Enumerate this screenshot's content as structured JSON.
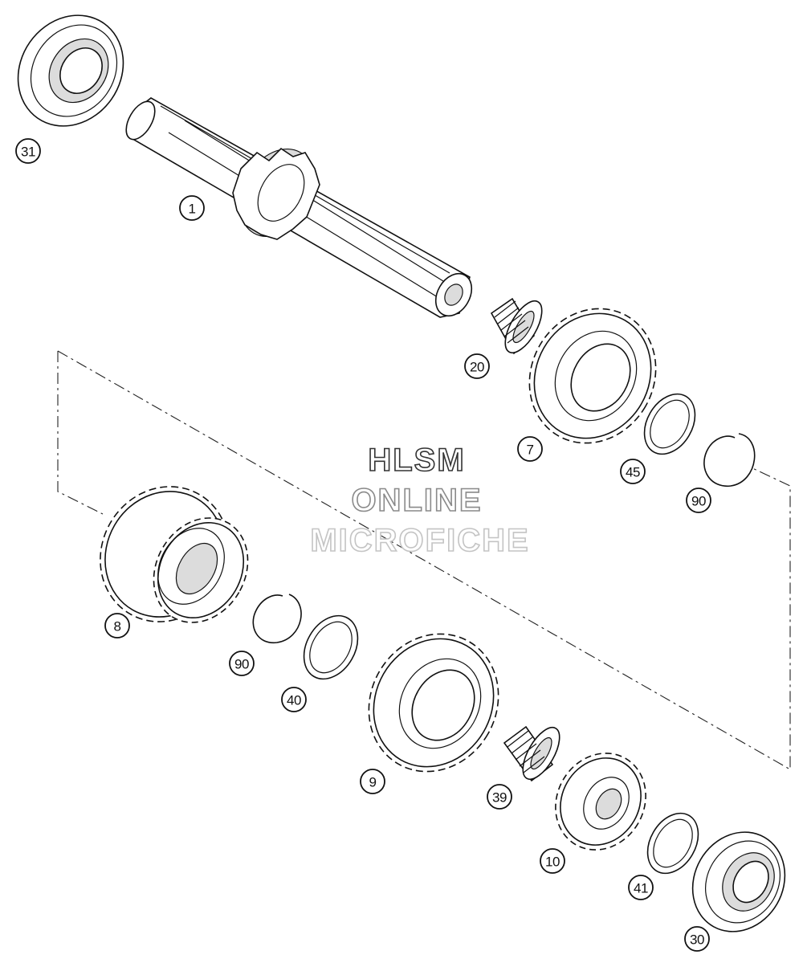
{
  "watermark": {
    "line1": "HLSM",
    "line2": "ONLINE",
    "line3": "MICROFICHE",
    "colors": [
      "#333333",
      "#8a8a8a",
      "#c4c4c4"
    ]
  },
  "callouts": [
    {
      "id": "c31",
      "label": "31"
    },
    {
      "id": "c1",
      "label": "1"
    },
    {
      "id": "c20",
      "label": "20"
    },
    {
      "id": "c7",
      "label": "7"
    },
    {
      "id": "c45",
      "label": "45"
    },
    {
      "id": "c90a",
      "label": "90"
    },
    {
      "id": "c8",
      "label": "8"
    },
    {
      "id": "c90b",
      "label": "90"
    },
    {
      "id": "c40",
      "label": "40"
    },
    {
      "id": "c9",
      "label": "9"
    },
    {
      "id": "c39",
      "label": "39"
    },
    {
      "id": "c10",
      "label": "10"
    },
    {
      "id": "c41",
      "label": "41"
    },
    {
      "id": "c30",
      "label": "30"
    }
  ]
}
